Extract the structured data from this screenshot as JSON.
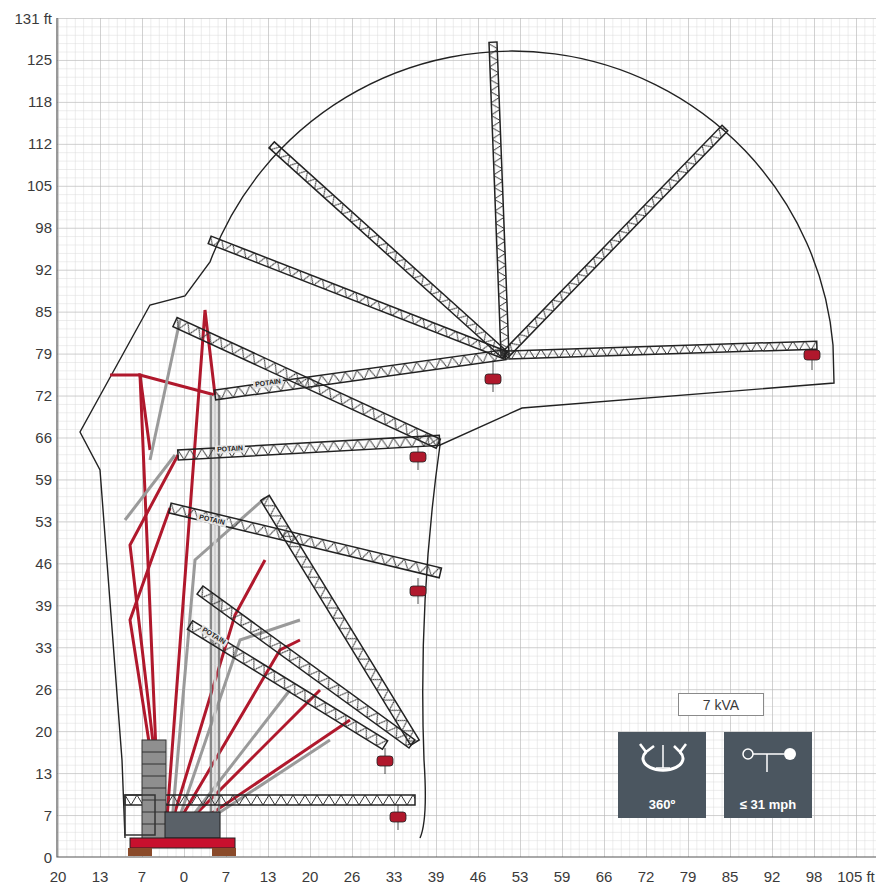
{
  "diagram": {
    "nodes": [
      {
        "text": [
          "7 kVA"
        ]
      },
      {
        "text": [
          "360º"
        ]
      },
      {
        "text": [
          "≤ 31 mph"
        ]
      }
    ],
    "labels": [
      "131 ft",
      "125",
      "118",
      "112",
      "105",
      "98",
      "92",
      "85",
      "79",
      "72",
      "66",
      "59",
      "53",
      "46",
      "39",
      "33",
      "26",
      "20",
      "13",
      "7",
      "0",
      "20",
      "13",
      "7",
      "0",
      "7",
      "13",
      "20",
      "26",
      "33",
      "39",
      "46",
      "53",
      "59",
      "66",
      "72",
      "79",
      "85",
      "92",
      "98",
      "105 ft",
      "POTAIN",
      "POTAIN",
      "POTAIN",
      "POTAIN"
    ]
  }
}
